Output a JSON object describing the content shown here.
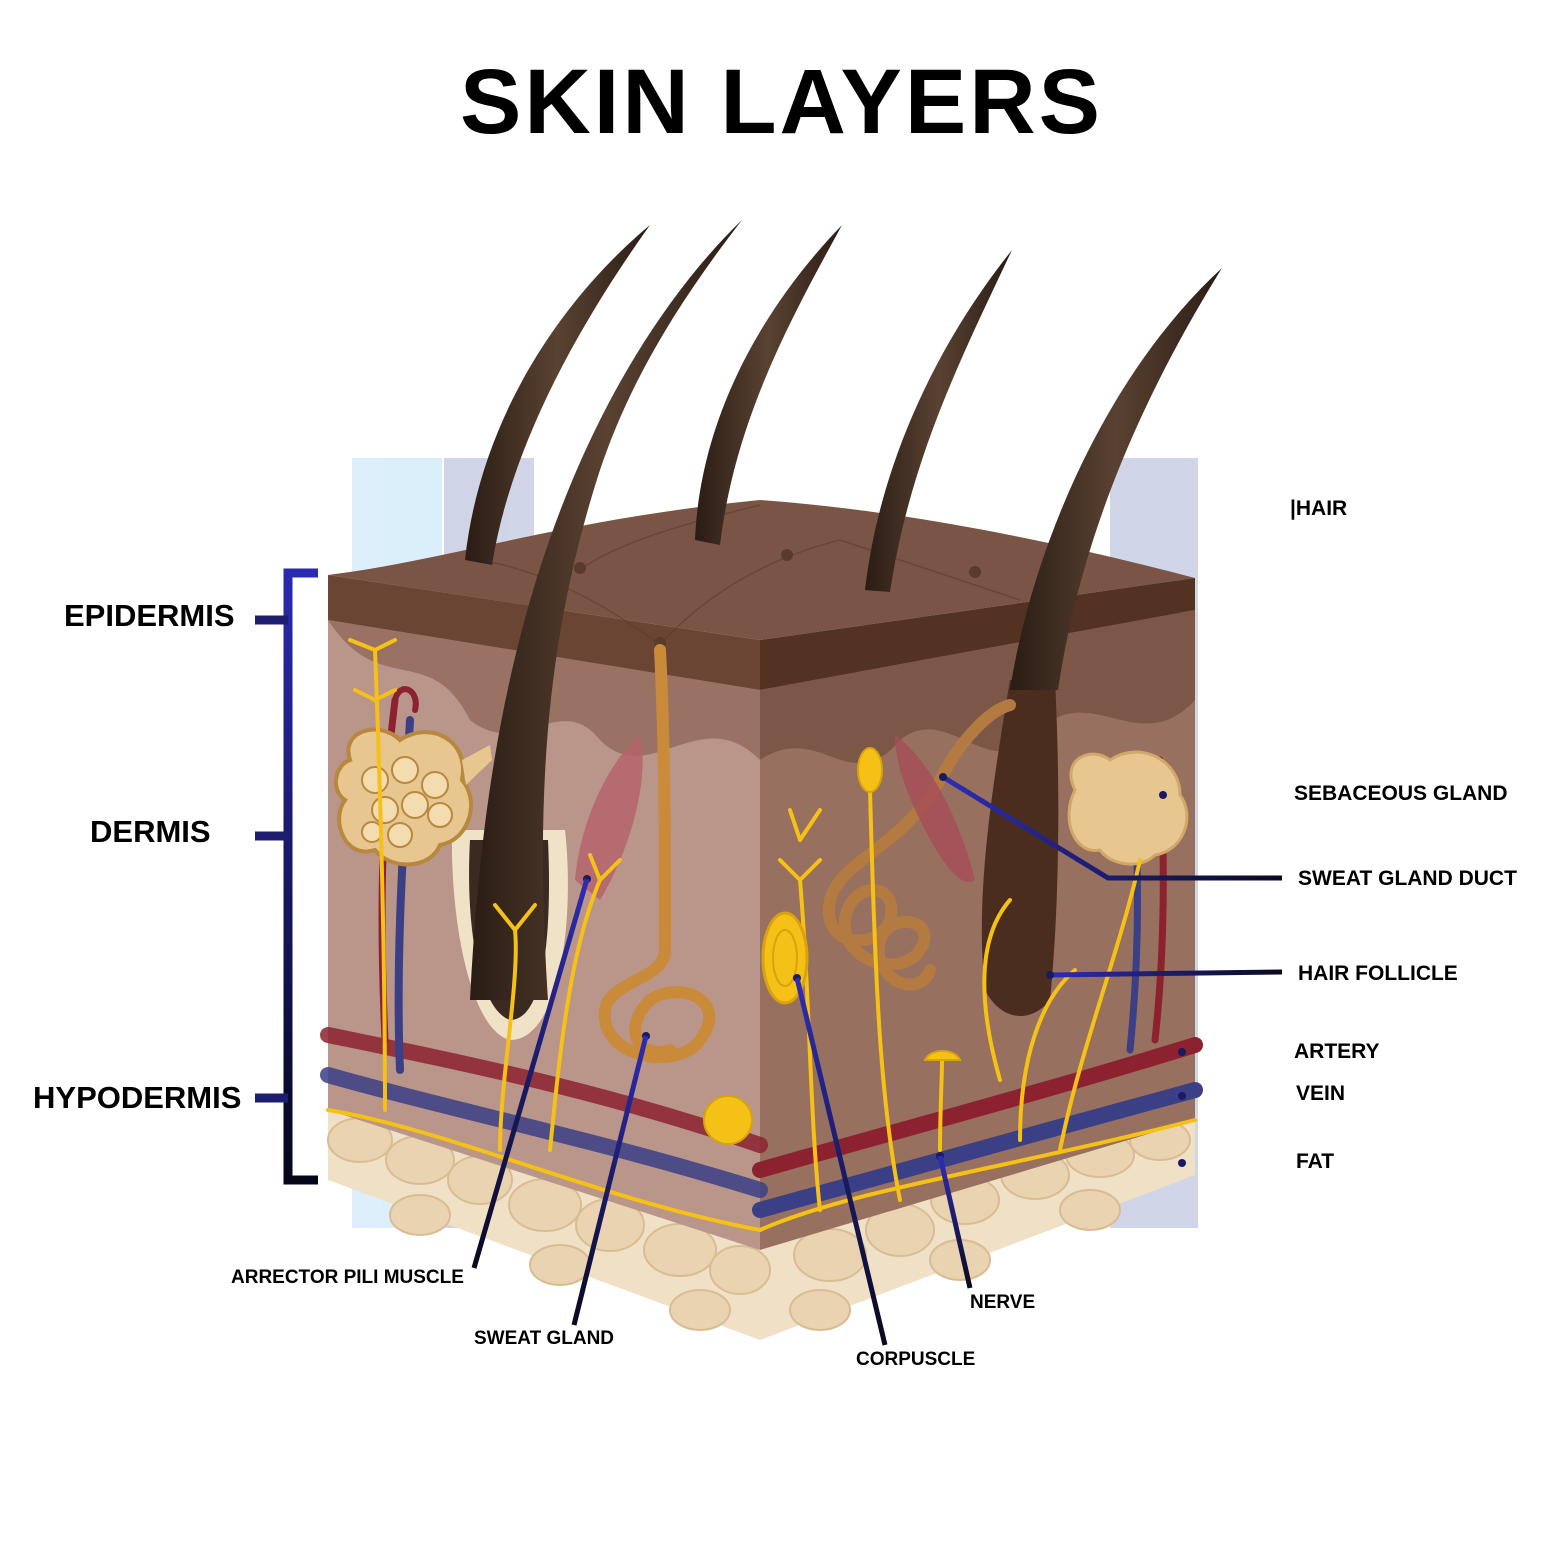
{
  "title": "SKIN LAYERS",
  "layers": {
    "epidermis": "EPIDERMIS",
    "dermis": "DERMIS",
    "hypodermis": "HYPODERMIS"
  },
  "right_labels": {
    "hair": "|HAIR",
    "sebaceous_gland": "SEBACEOUS GLAND",
    "sweat_gland_duct": "SWEAT GLAND DUCT",
    "hair_follicle": "HAIR FOLLICLE",
    "artery": "ARTERY",
    "vein": "VEIN",
    "fat": "FAT"
  },
  "bottom_labels": {
    "arrector_pili_muscle": "ARRECTOR PILI MUSCLE",
    "sweat_gland": "SWEAT GLAND",
    "corpuscle": "CORPUSCLE",
    "nerve": "NERVE"
  },
  "colors": {
    "leader_line": "#2a2a9e",
    "bracket": "#1e1e6e",
    "epidermis_top": "#7a5444",
    "dermis_front": "#b9958a",
    "dermis_side": "#97705f",
    "fat": "#f0e0c6",
    "hair": "#3b2a20",
    "nerve": "#f5c116",
    "artery": "#8c2230",
    "vein": "#3a3f86",
    "sweat_gland": "#c98a3a",
    "sebaceous": "#e7c690"
  }
}
